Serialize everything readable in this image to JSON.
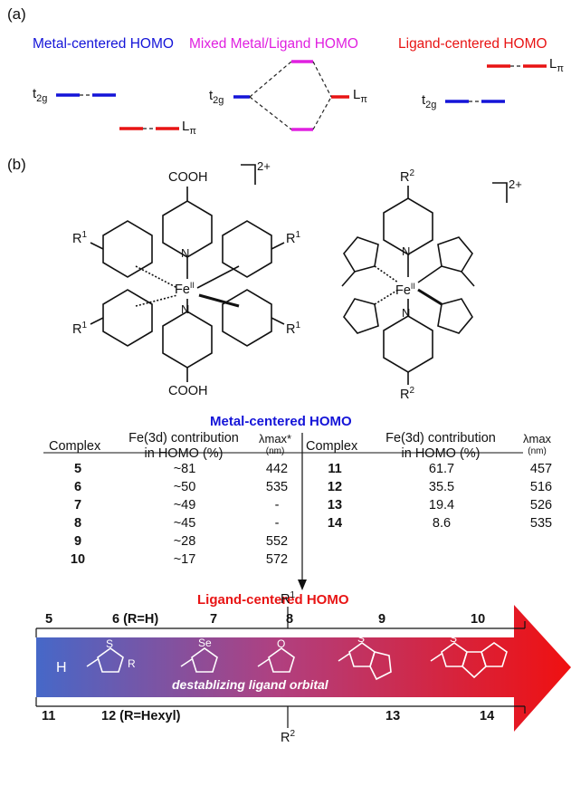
{
  "panel_a": {
    "label": "(a)",
    "titles": {
      "metal": "Metal-centered HOMO",
      "mixed": "Mixed Metal/Ligand HOMO",
      "ligand": "Ligand-centered HOMO"
    },
    "levels": {
      "t2g": "t",
      "t2g_sub": "2g",
      "lpi": "L",
      "lpi_sub": "π"
    },
    "colors": {
      "metal": "#1414d8",
      "mixed": "#e020e0",
      "ligand": "#e81414"
    }
  },
  "panel_b": {
    "label": "(b)",
    "left_complex": {
      "cooh_top": "COOH",
      "cooh_bottom": "COOH",
      "r1": "R",
      "r1_sup": "1",
      "n": "N",
      "fe": "Fe",
      "fe_ox": "II",
      "charge": "2+"
    },
    "right_complex": {
      "r2": "R",
      "r2_sup": "2",
      "n": "N",
      "fe": "Fe",
      "fe_ox": "II",
      "charge": "2+"
    },
    "table": {
      "top_heading": "Metal-centered HOMO",
      "bottom_heading": "Ligand-centered HOMO",
      "col_complex": "Complex",
      "col_contrib_1": "Fe(3d) contribution",
      "col_contrib_2": "in HOMO (%)",
      "col_lmax_left": "λmax*",
      "col_lmax_right": "λmax",
      "col_lmax_unit": "(nm)",
      "left_rows": [
        {
          "complex": "5",
          "contrib": "~81",
          "lmax": "442"
        },
        {
          "complex": "6",
          "contrib": "~50",
          "lmax": "535"
        },
        {
          "complex": "7",
          "contrib": "~49",
          "lmax": "-"
        },
        {
          "complex": "8",
          "contrib": "~45",
          "lmax": "-"
        },
        {
          "complex": "9",
          "contrib": "~28",
          "lmax": "552"
        },
        {
          "complex": "10",
          "contrib": "~17",
          "lmax": "572"
        }
      ],
      "right_rows": [
        {
          "complex": "11",
          "contrib": "61.7",
          "lmax": "457"
        },
        {
          "complex": "12",
          "contrib": "35.5",
          "lmax": "516"
        },
        {
          "complex": "13",
          "contrib": "19.4",
          "lmax": "526"
        },
        {
          "complex": "14",
          "contrib": "8.6",
          "lmax": "535"
        }
      ]
    },
    "ligand_arrow": {
      "r1_label": "R",
      "r1_sup": "1",
      "r2_label": "R",
      "r2_sup": "2",
      "top_labels": [
        "5",
        "6 (R=H)",
        "7",
        "8",
        "9",
        "10"
      ],
      "bottom_labels": [
        "11",
        "12 (R=Hexyl)",
        "13",
        "14"
      ],
      "h_label": "H",
      "r_label": "R",
      "s_label": "S",
      "se_label": "Se",
      "o_label": "O",
      "caption": "destablizing ligand orbital",
      "gradient_start": "#4668c8",
      "gradient_end": "#f01010"
    }
  }
}
